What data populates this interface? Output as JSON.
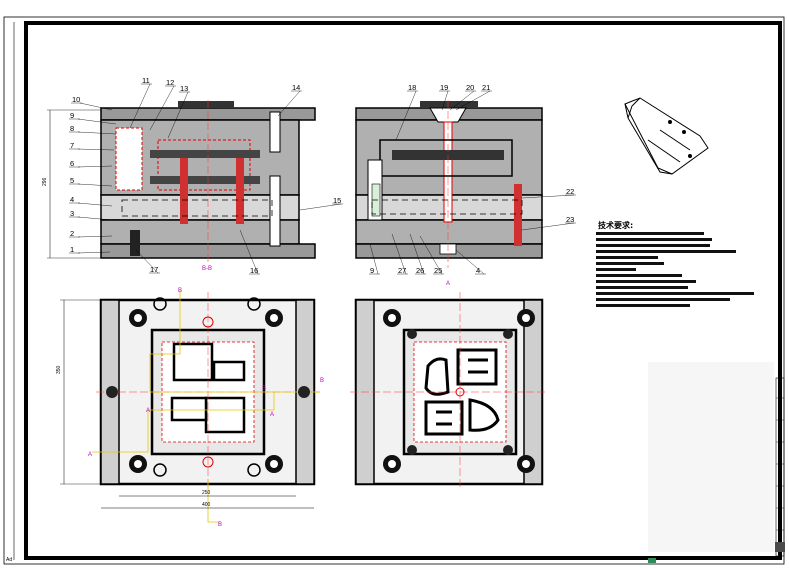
{
  "tech_requirements": {
    "title": "技术要求:"
  },
  "balloons": {
    "front": [
      "1",
      "2",
      "3",
      "4",
      "5",
      "6",
      "7",
      "8",
      "9",
      "10",
      "11",
      "12",
      "13",
      "14",
      "15",
      "16",
      "17"
    ],
    "side": [
      "18",
      "19",
      "20",
      "21",
      "22",
      "23",
      "9",
      "27",
      "26",
      "25",
      "4"
    ]
  },
  "dims": {
    "front_height": "296",
    "plan_height": "350",
    "plan_width_a": "250",
    "plan_width_b": "400"
  },
  "section_marks": {
    "front_view": "B-B",
    "side_view": "A",
    "plan_letters": [
      "B",
      "B",
      "B",
      "B",
      "A",
      "A",
      "A"
    ]
  },
  "corner_mark": "Ad",
  "colors": {
    "line": "#000000",
    "section_red": "#e00000",
    "center_red": "#ff3030",
    "magenta": "#c000c0",
    "yellow": "#e6c800",
    "green_tab": "#2e8b57"
  }
}
